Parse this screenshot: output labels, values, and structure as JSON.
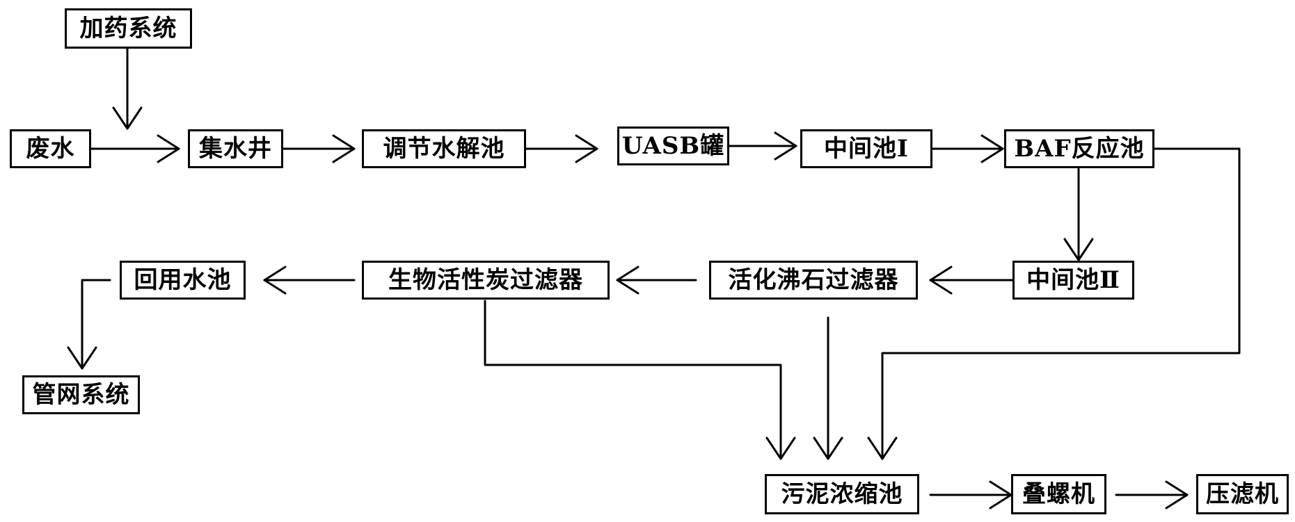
{
  "diagram": {
    "title": "",
    "nodes": {
      "dosing": "加药系统",
      "wastewater": "废水",
      "collection_well": "集水井",
      "hydrolysis_tank": "调节水解池",
      "uasb_tank": "UASB罐",
      "intermediate_tank_1": "中间池Ⅰ",
      "baf_tank": "BAF反应池",
      "intermediate_tank_2": "中间池Ⅱ",
      "zeolite_filter": "活化沸石过滤器",
      "carbon_filter": "生物活性炭过滤器",
      "reuse_tank": "回用水池",
      "pipe_network": "管网系统",
      "sludge_thickener": "污泥浓缩池",
      "screw_press": "叠螺机",
      "filter_press": "压滤机"
    },
    "edges": [
      {
        "from": "dosing",
        "to": "wastewater-collection_well"
      },
      {
        "from": "wastewater",
        "to": "collection_well"
      },
      {
        "from": "collection_well",
        "to": "hydrolysis_tank"
      },
      {
        "from": "hydrolysis_tank",
        "to": "uasb_tank"
      },
      {
        "from": "uasb_tank",
        "to": "intermediate_tank_1"
      },
      {
        "from": "intermediate_tank_1",
        "to": "baf_tank"
      },
      {
        "from": "baf_tank",
        "to": "intermediate_tank_2"
      },
      {
        "from": "intermediate_tank_2",
        "to": "zeolite_filter"
      },
      {
        "from": "zeolite_filter",
        "to": "carbon_filter"
      },
      {
        "from": "carbon_filter",
        "to": "reuse_tank"
      },
      {
        "from": "reuse_tank",
        "to": "pipe_network"
      },
      {
        "from": "carbon_filter",
        "to": "sludge_thickener"
      },
      {
        "from": "zeolite_filter",
        "to": "sludge_thickener"
      },
      {
        "from": "baf_tank",
        "to": "sludge_thickener"
      },
      {
        "from": "sludge_thickener",
        "to": "screw_press"
      },
      {
        "from": "screw_press",
        "to": "filter_press"
      }
    ],
    "colors": {
      "stroke": "#000000",
      "background": "#ffffff"
    }
  }
}
